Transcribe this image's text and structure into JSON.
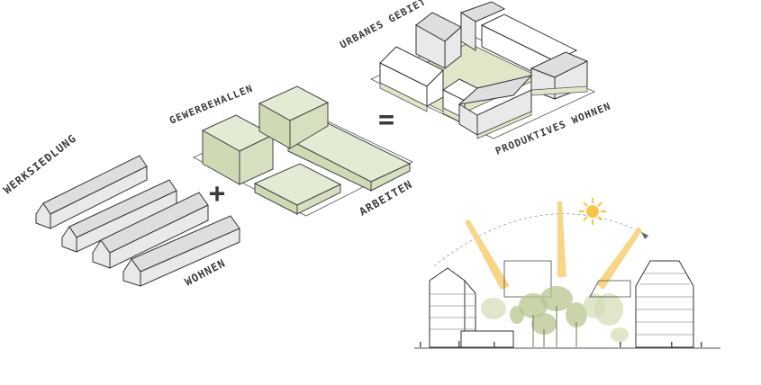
{
  "labels": {
    "werksiedlung": "WERKSIEDLUNG",
    "wohnen": "WOHNEN",
    "gewerbehallen": "GEWERBEHALLEN",
    "arbeiten": "ARBEITEN",
    "urbanes_gebiet": "URBANES GEBIET",
    "produktives_wohnen": "PRODUKTIVES WOHNEN"
  },
  "operators": {
    "plus": "+",
    "equals": "="
  },
  "colors": {
    "green": "#d6e0c0",
    "grey": "#dedede",
    "sun": "#f7c64a",
    "ray": "#f7d27a",
    "ink": "#333333"
  },
  "icons": [
    "sun-icon",
    "arrow-icon"
  ]
}
